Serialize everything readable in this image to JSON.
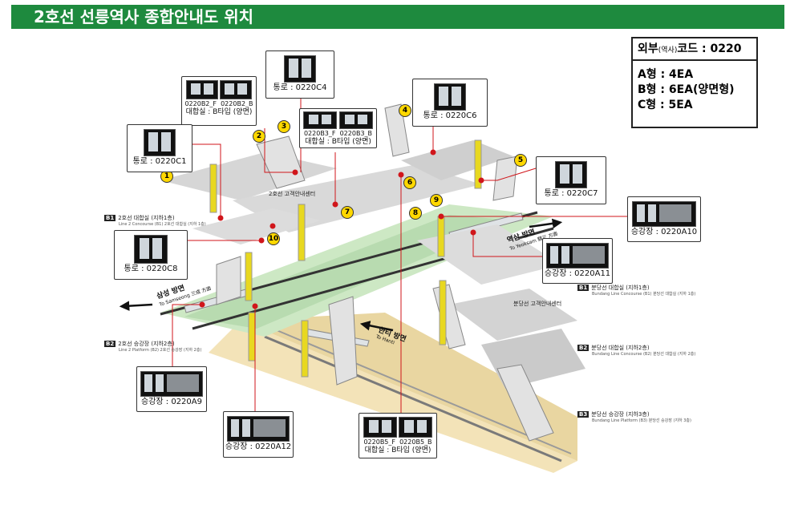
{
  "title": "2호선 선릉역사 종합안내도 위치",
  "legend": {
    "head_main": "외부",
    "head_small": "(역사)",
    "head_rest": "코드 : 0220",
    "rows": [
      "A형 : 4EA",
      "B형 : 6EA(양면형)",
      "C형 : 5EA"
    ]
  },
  "callouts": {
    "c4": {
      "label": "통로 : 0220C4"
    },
    "b2": {
      "label1": "0220B2_F",
      "label2": "0220B2_B",
      "label3": "대합실 : B타입 (양면)"
    },
    "b3": {
      "label1": "0220B3_F",
      "label2": "0220B3_B",
      "label3": "대합실 : B타입 (양면)"
    },
    "c6": {
      "label": "통로 : 0220C6"
    },
    "c1": {
      "label": "통로 : 0220C1"
    },
    "c7": {
      "label": "통로 : 0220C7"
    },
    "a10": {
      "label": "승강장 : 0220A10"
    },
    "a11": {
      "label": "승강장 : 0220A11"
    },
    "c8": {
      "label": "통로 : 0220C8"
    },
    "a9": {
      "label": "승강장 : 0220A9"
    },
    "a12": {
      "label": "승강장 : 0220A12"
    },
    "b5": {
      "label1": "0220B5_F",
      "label2": "0220B5_B",
      "label3": "대합실 : B타입 (양면)"
    }
  },
  "levels": {
    "l1": {
      "tag": "B1",
      "ko": "2호선 대합실 (지하1층)",
      "en": "Line 2 Concourse (B1) 2호선 대합실 (지하 1층)"
    },
    "l2": {
      "tag": "B2",
      "ko": "2호선 승강장 (지하2층)",
      "en": "Line 2 Platform (B2) 2호선 승강장 (지하 2층)"
    },
    "l3": {
      "tag": "B1",
      "ko": "분당선 대합실 (지하1층)",
      "en": "Bundang Line Concourse (B1) 분당선 대합실 (지하 1층)"
    },
    "l4": {
      "tag": "B2",
      "ko": "분당선 대합실 (지하2층)",
      "en": "Bundang Line Concourse (B2) 분당선 대합실 (지하 2층)"
    },
    "l5": {
      "tag": "B3",
      "ko": "분당선 승강장 (지하3층)",
      "en": "Bundang Line Platform (B3) 분당선 승강장 (지하 3층)"
    }
  },
  "directions": {
    "samseong": {
      "ko": "삼성 방면",
      "en": "To Samseong 三成 方面"
    },
    "yeoksam": {
      "ko": "역삼 방면",
      "en": "To Yeoksam 驛三 方面"
    },
    "hanti": {
      "ko": "한티 방면",
      "en": "To Hanti"
    }
  },
  "exits": [
    "1",
    "2",
    "3",
    "4",
    "5",
    "6",
    "7",
    "8",
    "9",
    "10"
  ],
  "info_center": "2호선 고객안내센터",
  "info_center_bundang": "분당선 고객안내센터"
}
